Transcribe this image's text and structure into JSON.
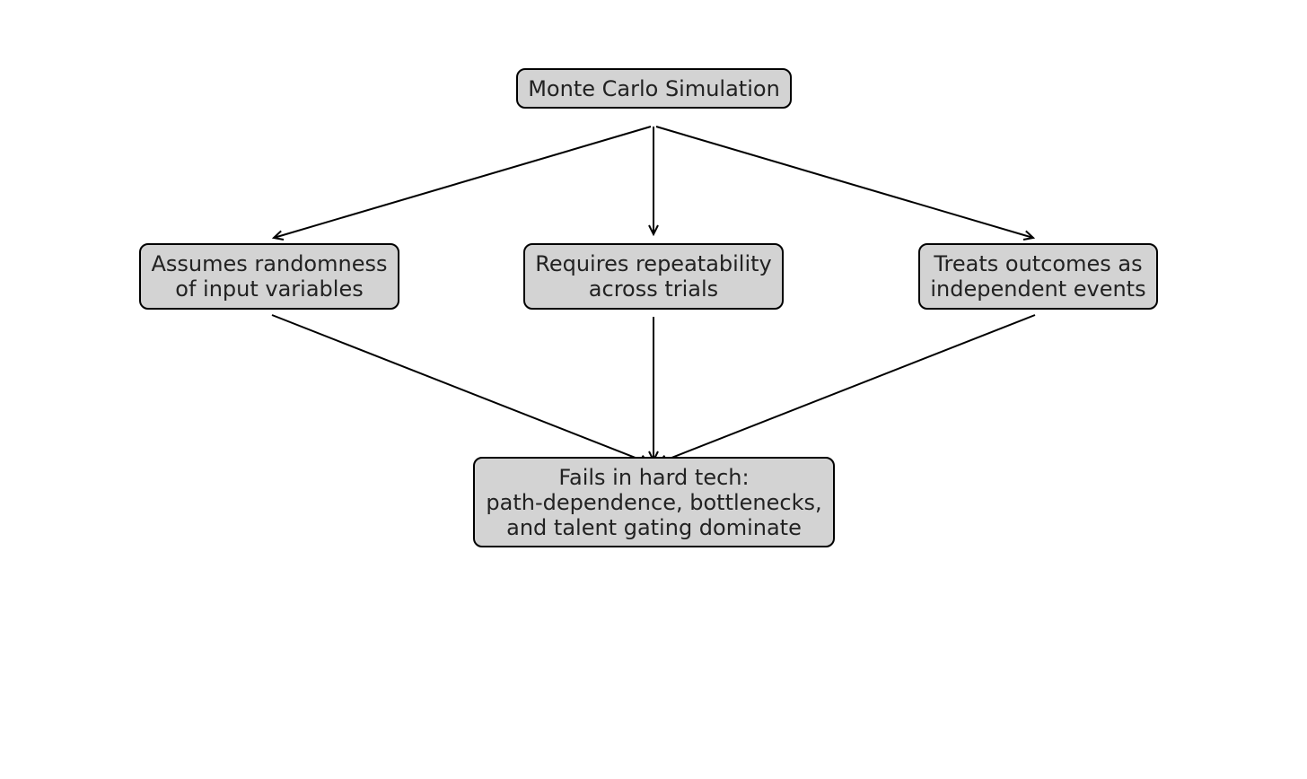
{
  "diagram": {
    "nodes": {
      "root": {
        "lines": [
          "Monte Carlo Simulation"
        ]
      },
      "left": {
        "lines": [
          "Assumes randomness",
          "of input variables"
        ]
      },
      "center": {
        "lines": [
          "Requires repeatability",
          "across trials"
        ]
      },
      "right": {
        "lines": [
          "Treats outcomes as",
          "independent events"
        ]
      },
      "bottom": {
        "lines": [
          "Fails in hard tech:",
          "path-dependence, bottlenecks,",
          "and talent gating dominate"
        ]
      }
    },
    "edges": [
      {
        "from": "root",
        "to": "left"
      },
      {
        "from": "root",
        "to": "center"
      },
      {
        "from": "root",
        "to": "right"
      },
      {
        "from": "left",
        "to": "bottom"
      },
      {
        "from": "center",
        "to": "bottom"
      },
      {
        "from": "right",
        "to": "bottom"
      }
    ],
    "colors": {
      "node_fill": "#d3d3d3",
      "node_border": "#000000",
      "text": "#222222",
      "edge": "#000000",
      "background": "#ffffff"
    }
  }
}
